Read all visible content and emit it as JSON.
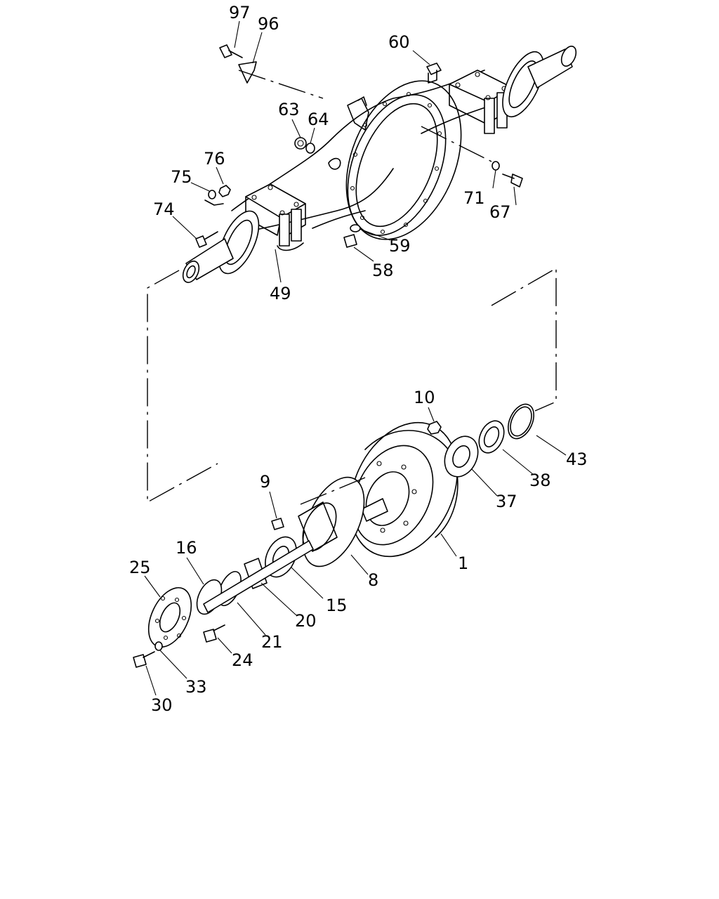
{
  "diagram": {
    "parts": [
      {
        "id": "p97",
        "label": "97"
      },
      {
        "id": "p96",
        "label": "96"
      },
      {
        "id": "p60",
        "label": "60"
      },
      {
        "id": "p63",
        "label": "63"
      },
      {
        "id": "p64",
        "label": "64"
      },
      {
        "id": "p76",
        "label": "76"
      },
      {
        "id": "p75",
        "label": "75"
      },
      {
        "id": "p74",
        "label": "74"
      },
      {
        "id": "p71",
        "label": "71"
      },
      {
        "id": "p67",
        "label": "67"
      },
      {
        "id": "p59",
        "label": "59"
      },
      {
        "id": "p58",
        "label": "58"
      },
      {
        "id": "p49",
        "label": "49"
      },
      {
        "id": "p10",
        "label": "10"
      },
      {
        "id": "p43",
        "label": "43"
      },
      {
        "id": "p38",
        "label": "38"
      },
      {
        "id": "p37",
        "label": "37"
      },
      {
        "id": "p9",
        "label": "9"
      },
      {
        "id": "p1",
        "label": "1"
      },
      {
        "id": "p8",
        "label": "8"
      },
      {
        "id": "p16",
        "label": "16"
      },
      {
        "id": "p25",
        "label": "25"
      },
      {
        "id": "p15",
        "label": "15"
      },
      {
        "id": "p20",
        "label": "20"
      },
      {
        "id": "p21",
        "label": "21"
      },
      {
        "id": "p24",
        "label": "24"
      },
      {
        "id": "p33",
        "label": "33"
      },
      {
        "id": "p30",
        "label": "30"
      }
    ]
  }
}
